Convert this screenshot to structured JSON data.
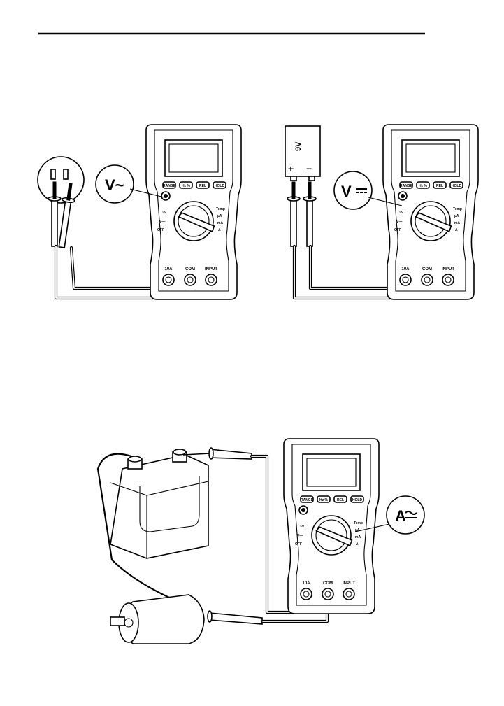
{
  "meter": {
    "buttons": [
      "RANGE",
      "Hz %",
      "REL",
      "HOLD"
    ],
    "dial": {
      "off": "OFF",
      "temp": "Temp",
      "ua": "µA",
      "ma": "mA",
      "a": "A"
    },
    "jacks": {
      "a10": "10A",
      "com": "COM",
      "input": "INPUT"
    }
  },
  "callouts": {
    "ac_volts": "V~",
    "dc_volts": "V",
    "amps": "A"
  },
  "battery": {
    "label": "9V",
    "plus": "+",
    "minus": "−"
  },
  "icons": [
    "light-icon",
    "ac-outlet-icon",
    "battery-icon",
    "motor-icon",
    "power-supply-icon"
  ]
}
